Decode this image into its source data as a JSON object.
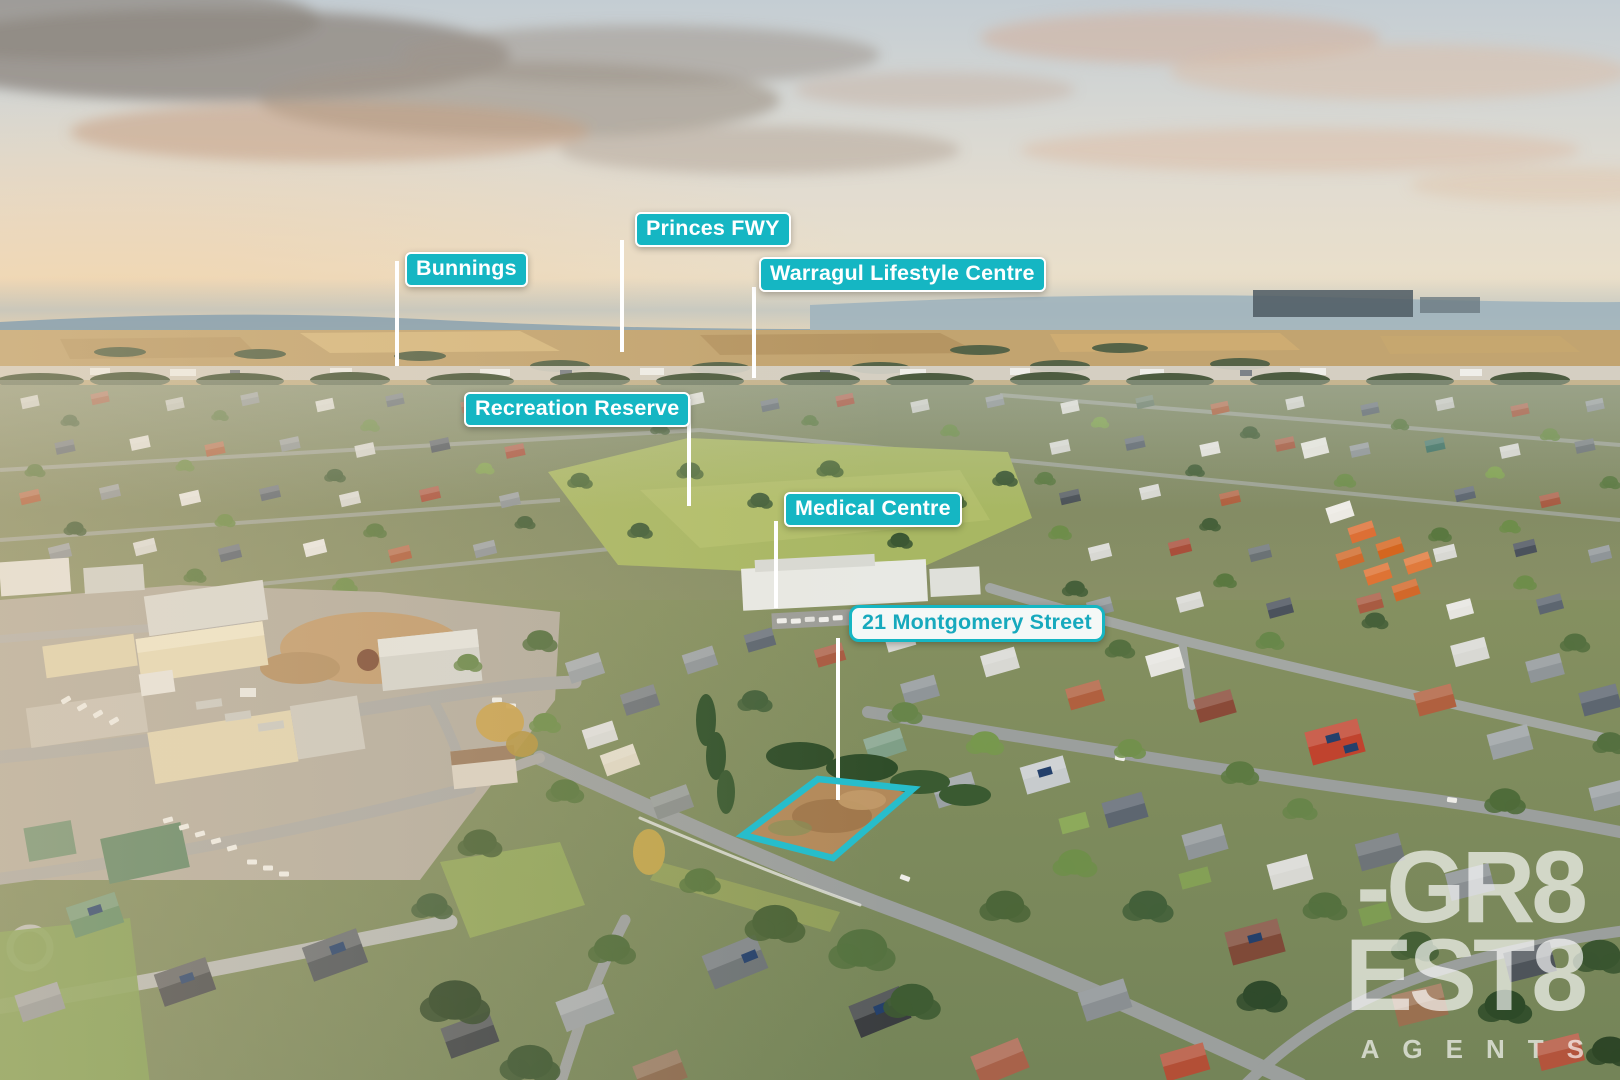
{
  "labels": [
    {
      "id": "bunnings",
      "text": "Bunnings"
    },
    {
      "id": "princes-fwy",
      "text": "Princes FWY"
    },
    {
      "id": "warragul-lifestyle-centre",
      "text": "Warragul Lifestyle Centre"
    },
    {
      "id": "recreation-reserve",
      "text": "Recreation Reserve"
    },
    {
      "id": "medical-centre",
      "text": "Medical Centre"
    },
    {
      "id": "property-address",
      "text": "21 Montgomery Street"
    }
  ],
  "logo": {
    "line1": "-GR8",
    "line2": "EST8",
    "line3": "AGENTS"
  },
  "colors": {
    "label_teal": "#15b6c3",
    "label_text": "#ffffff",
    "address_bg": "#f4f8f7",
    "address_text": "#17a9bd",
    "boundary_teal": "#27bdcb",
    "leader_white": "#ffffff",
    "logo_white": "#ffffff"
  }
}
